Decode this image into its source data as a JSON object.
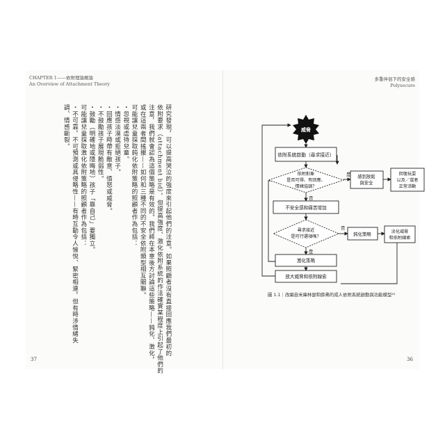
{
  "left_page": {
    "header_line1": "CHAPTER 1——依附理論概論",
    "header_line2": "An Overview of Attachment Theory",
    "body_columns": [
      "研究發現，可以提高哭泣的強度來引起他們的注意。如果照顧者沒有直接回應我們最初的",
      "依附要求（attachment bid），但提高強度、激化依附系統的作法確實某程度上引起了他們的",
      "注意，我們就會認為這個策略是有效的。我們將在本章後方討論這些策略——鈍化、激化，",
      "或在這兩者間搖擺——如何和三種不同的不安全依附類型相互關聯。",
      "",
      "可能讓兒童採取鈍化依附策略的照顧者作為包括：",
      "・忽視或虐待兒童。",
      "・情感淡漠或拒絕孩子。",
      "・回應孩子時帶有敵意、憤怒或威脅。",
      "・不鼓勵孩子展現脆弱性。",
      "・鼓勵（明確地或隱晦地）孩子「靠自己」要獨立。",
      "",
      "可能讓兒童採取激化依附策略的照顧者作為包括：",
      "・不可靠，不可預測或具侵略性——有時互動令人愉悅、緊密相連，但有時涉情緒失",
      "調、情感斷裂。"
    ],
    "page_number": "37"
  },
  "right_page": {
    "header_line1": "多重伴侶下的安全感",
    "header_line2": "Polysecure",
    "page_number": "36",
    "caption": "圖 1.1｜改編自米庫林瑟和薛弗的成人依附系統啟動與功能模型²⁵"
  },
  "flowchart": {
    "threat": "威脅",
    "activate": "依附系統啟動（尋求接近）",
    "decision1": [
      "依附對象",
      "是否可得、有回應、",
      "情緒協調？"
    ],
    "yes": "是",
    "no": "否",
    "secure": [
      "感到放鬆",
      "與安全"
    ],
    "restore": [
      "回復玩耍",
      "以及／或者",
      "正常活動"
    ],
    "distress": "不安全感和痛苦增加",
    "decision2": [
      "尋求接近",
      "是可行選項嗎？"
    ],
    "deactivate": "鈍化策略",
    "deactivate_result": [
      "淡化威脅",
      "和依附線索"
    ],
    "hyperactivate": "激化策略",
    "amplify": "放大威脅和依附線索"
  }
}
